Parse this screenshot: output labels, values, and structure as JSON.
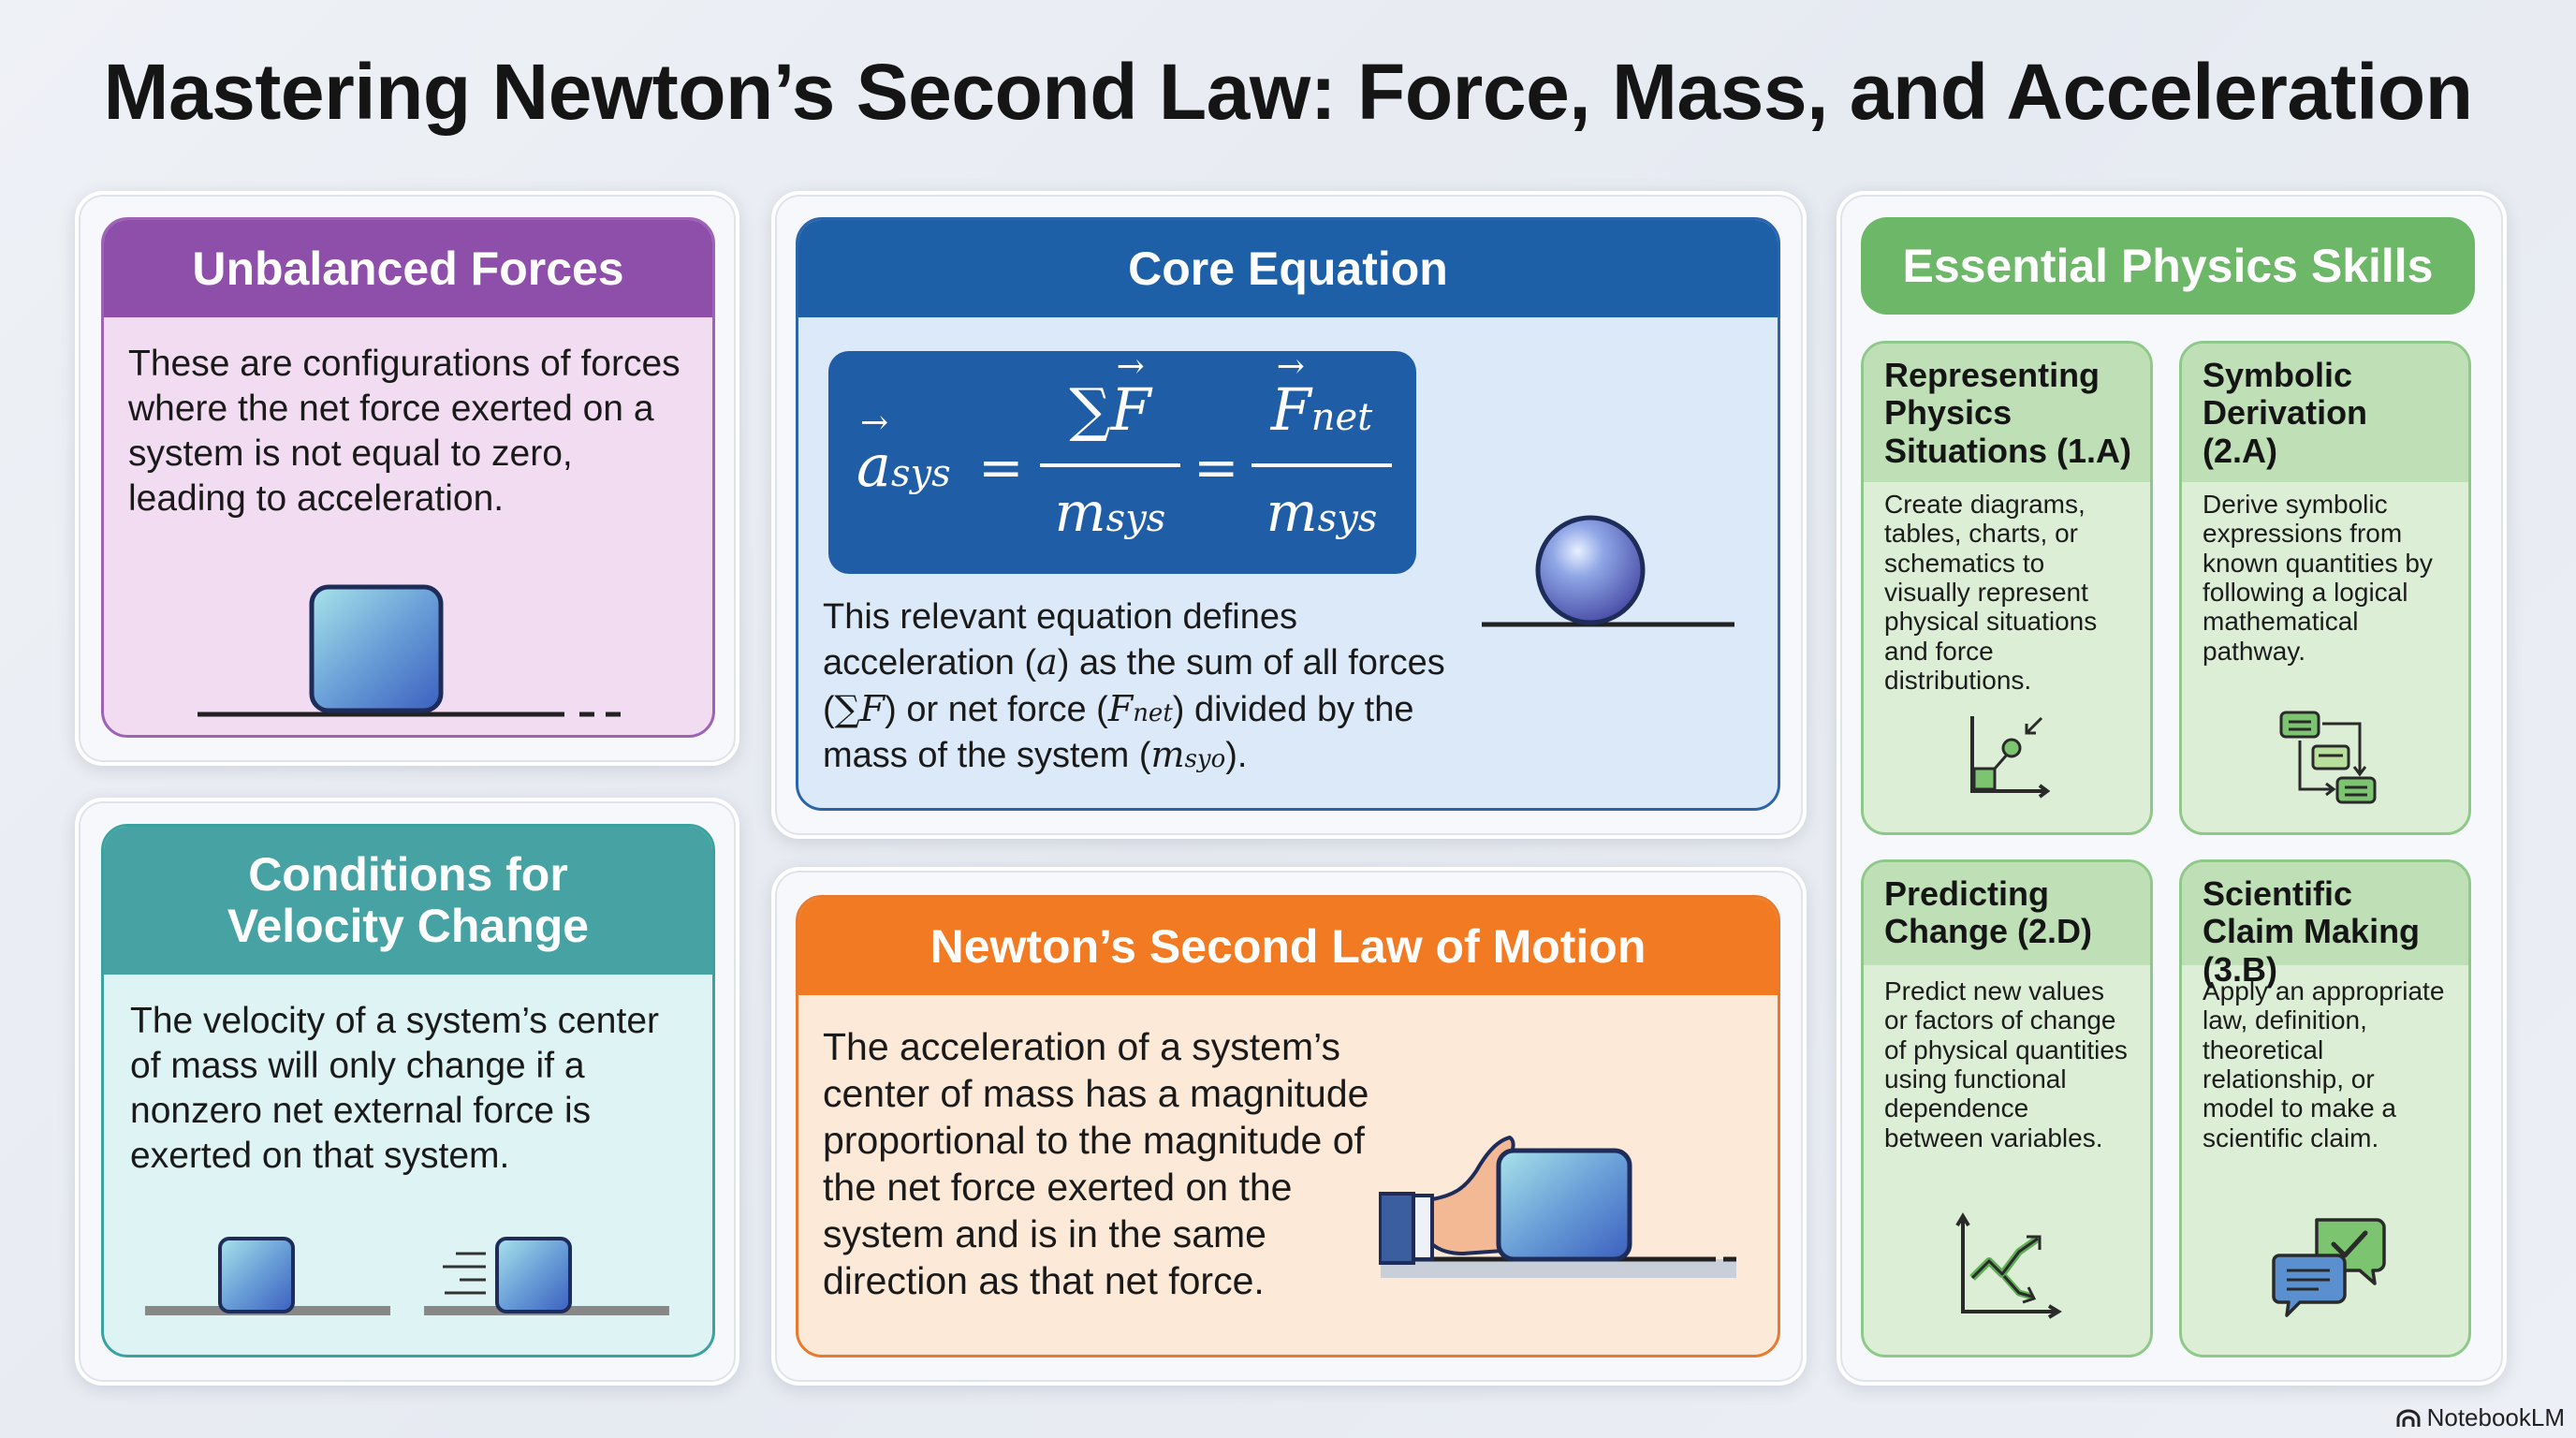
{
  "title": "Mastering Newton’s Second Law: Force, Mass, and Acceleration",
  "unbalanced": {
    "heading": "Unbalanced Forces",
    "body": "These are configurations of forces where the net force exerted on a system is not equal to zero, leading to acceleration."
  },
  "conditions": {
    "heading_line1": "Conditions for",
    "heading_line2": "Velocity Change",
    "body": "The velocity of a system’s center of mass will only change if a nonzero net external force is exerted on that system."
  },
  "core": {
    "heading": "Core Equation",
    "eq": {
      "a_sys": "a",
      "a_sub": "sys",
      "equals": "=",
      "sum": "∑",
      "F": "F",
      "F_sub": "net",
      "m": "m",
      "m_sub": "sys",
      "arrow": "→"
    },
    "desc": {
      "l1": "This relevant equation defines",
      "l2_a": "acceleration (",
      "l2_sym": "a",
      "l2_b": ") as the sum of all forces",
      "l3_a": "(",
      "l3_sum": "∑",
      "l3_F": "F",
      "l3_b": ") or net force (",
      "l3_F2": "F",
      "l3_sub": "net",
      "l3_c": ") divided by the",
      "l4_a": "mass of the system (",
      "l4_m": "m",
      "l4_sub": "syo",
      "l4_b": ")."
    }
  },
  "newton": {
    "heading": "Newton’s Second Law of Motion",
    "body": "The acceleration of a system’s center of mass has a magnitude proportional to the magnitude of the net force exerted on the system and is in the same direction as that net force."
  },
  "skills": {
    "heading": "Essential Physics Skills",
    "items": [
      {
        "title": "Representing Physics Situations (1.A)",
        "body": "Create diagrams, tables, charts, or schematics to visually represent physical situations and force distributions.",
        "icon": "chart-diagram-icon"
      },
      {
        "title": "Symbolic Derivation (2.A)",
        "body": "Derive symbolic expressions from known quantities by following a logical mathematical pathway.",
        "icon": "flow-derivation-icon"
      },
      {
        "title": "Predicting Change (2.D)",
        "body": "Predict new values or factors of change of physical quantities using functional dependence between variables.",
        "icon": "trend-graph-icon"
      },
      {
        "title": "Scientific Claim Making (3.B)",
        "body": "Apply an appropriate law, definition, theoretical relationship, or model to make a scientific claim.",
        "icon": "speech-bubbles-check-icon"
      }
    ]
  },
  "brand": "NotebookLM",
  "colors": {
    "purple": "#8e4fab",
    "teal": "#47a3a3",
    "blue": "#1d60a8",
    "orange": "#f27a22",
    "green": "#6cb768"
  }
}
